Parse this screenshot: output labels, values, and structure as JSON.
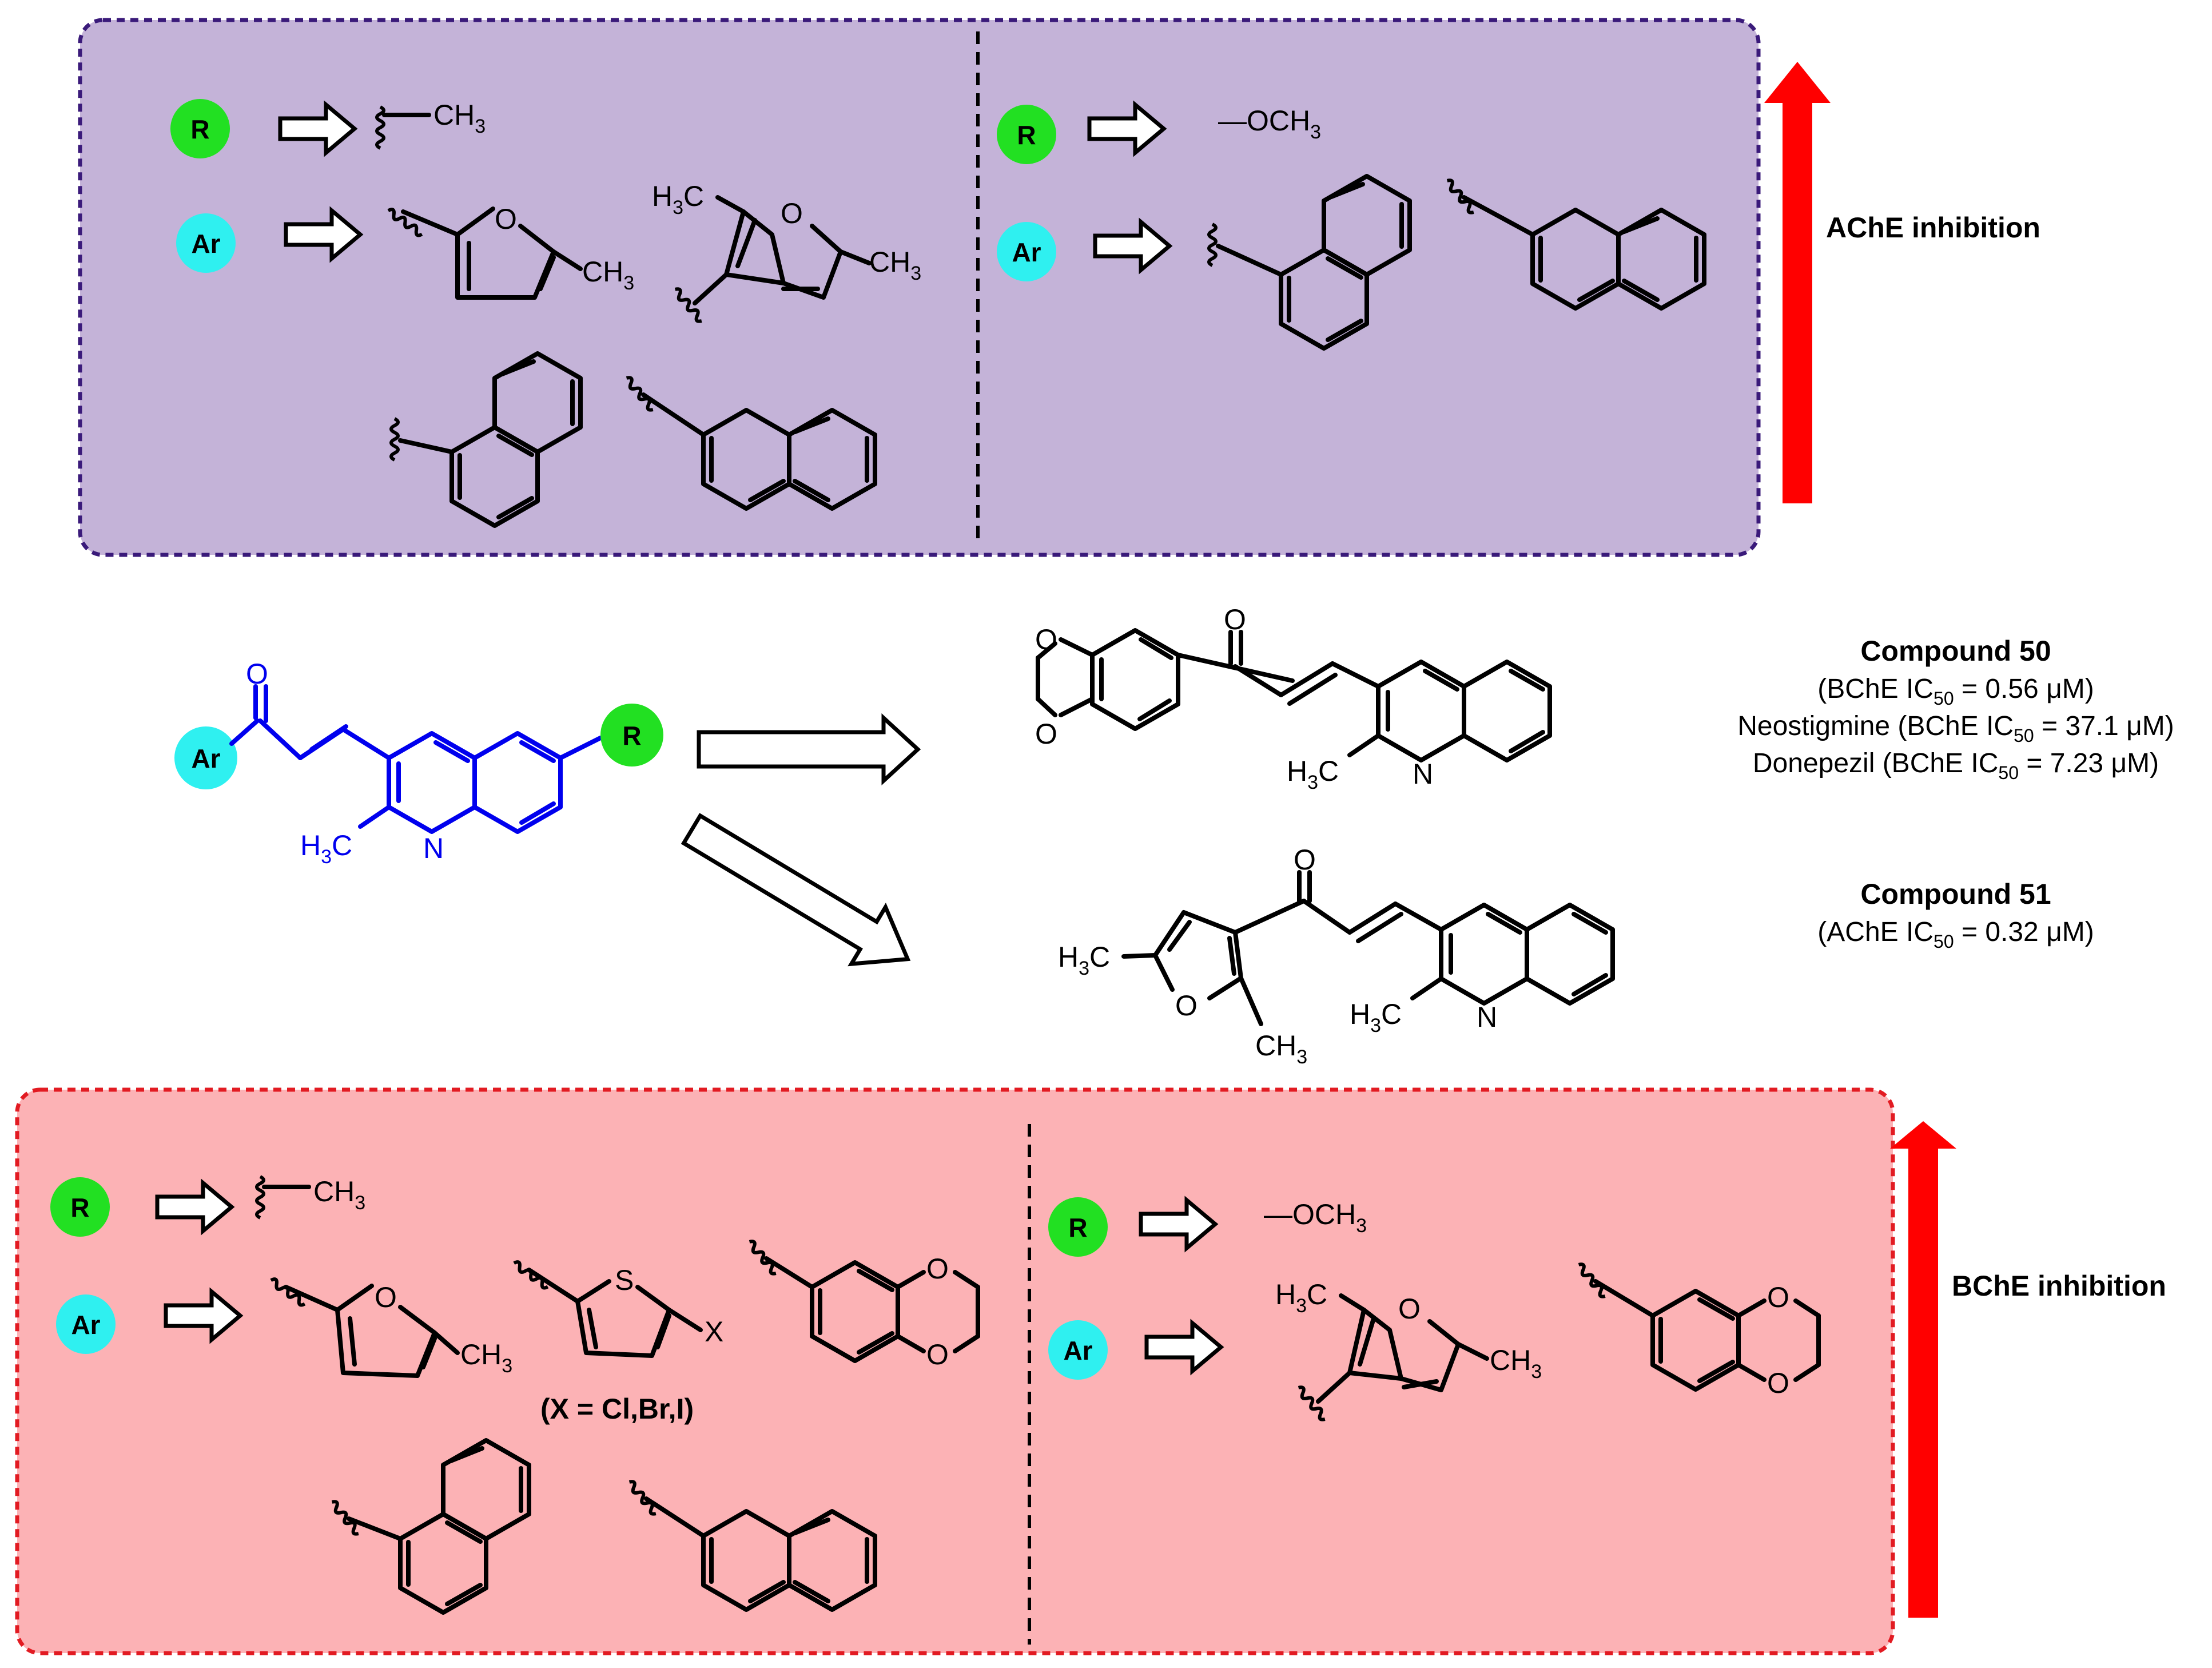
{
  "colors": {
    "ache_panel": "#c4b3d8",
    "ache_border": "#3a1a7a",
    "bche_panel": "#fcb2b5",
    "bche_border": "#e21b22",
    "r_badge": "#22e022",
    "ar_badge": "#2ff0f0",
    "arrow_red": "#ff0000",
    "scaffold_blue": "#0000ee"
  },
  "badges": {
    "r": "R",
    "ar": "Ar"
  },
  "atoms": {
    "ch3": "CH",
    "h3c": "H",
    "three": "3",
    "c": "C",
    "o": "O",
    "n": "N",
    "s": "S",
    "x": "X"
  },
  "ache_panel": {
    "left": {
      "r_sub": "CH",
      "r_sub_num": "3"
    },
    "right": {
      "r_sub": "—OCH",
      "r_sub_num": "3"
    }
  },
  "bche_panel": {
    "left": {
      "r_sub": "CH",
      "r_sub_num": "3",
      "halogen_note": "(X = Cl,Br,I)"
    },
    "right": {
      "r_sub": "—OCH",
      "r_sub_num": "3"
    }
  },
  "side_labels": {
    "ache": "AChE inhibition",
    "bche": "BChE inhibition"
  },
  "compounds": {
    "c50": {
      "title": "Compound 50",
      "lines": [
        {
          "pre": "(BChE IC",
          "sub": "50",
          "post": " = 0.56 μM)"
        },
        {
          "pre": "Neostigmine (BChE IC",
          "sub": "50",
          "post": " = 37.1 μM)"
        },
        {
          "pre": "Donepezil (BChE IC",
          "sub": "50",
          "post": " = 7.23 μM)"
        }
      ]
    },
    "c51": {
      "title": "Compound 51",
      "lines": [
        {
          "pre": "(AChE IC",
          "sub": "50",
          "post": " = 0.32 μM)"
        }
      ]
    }
  }
}
